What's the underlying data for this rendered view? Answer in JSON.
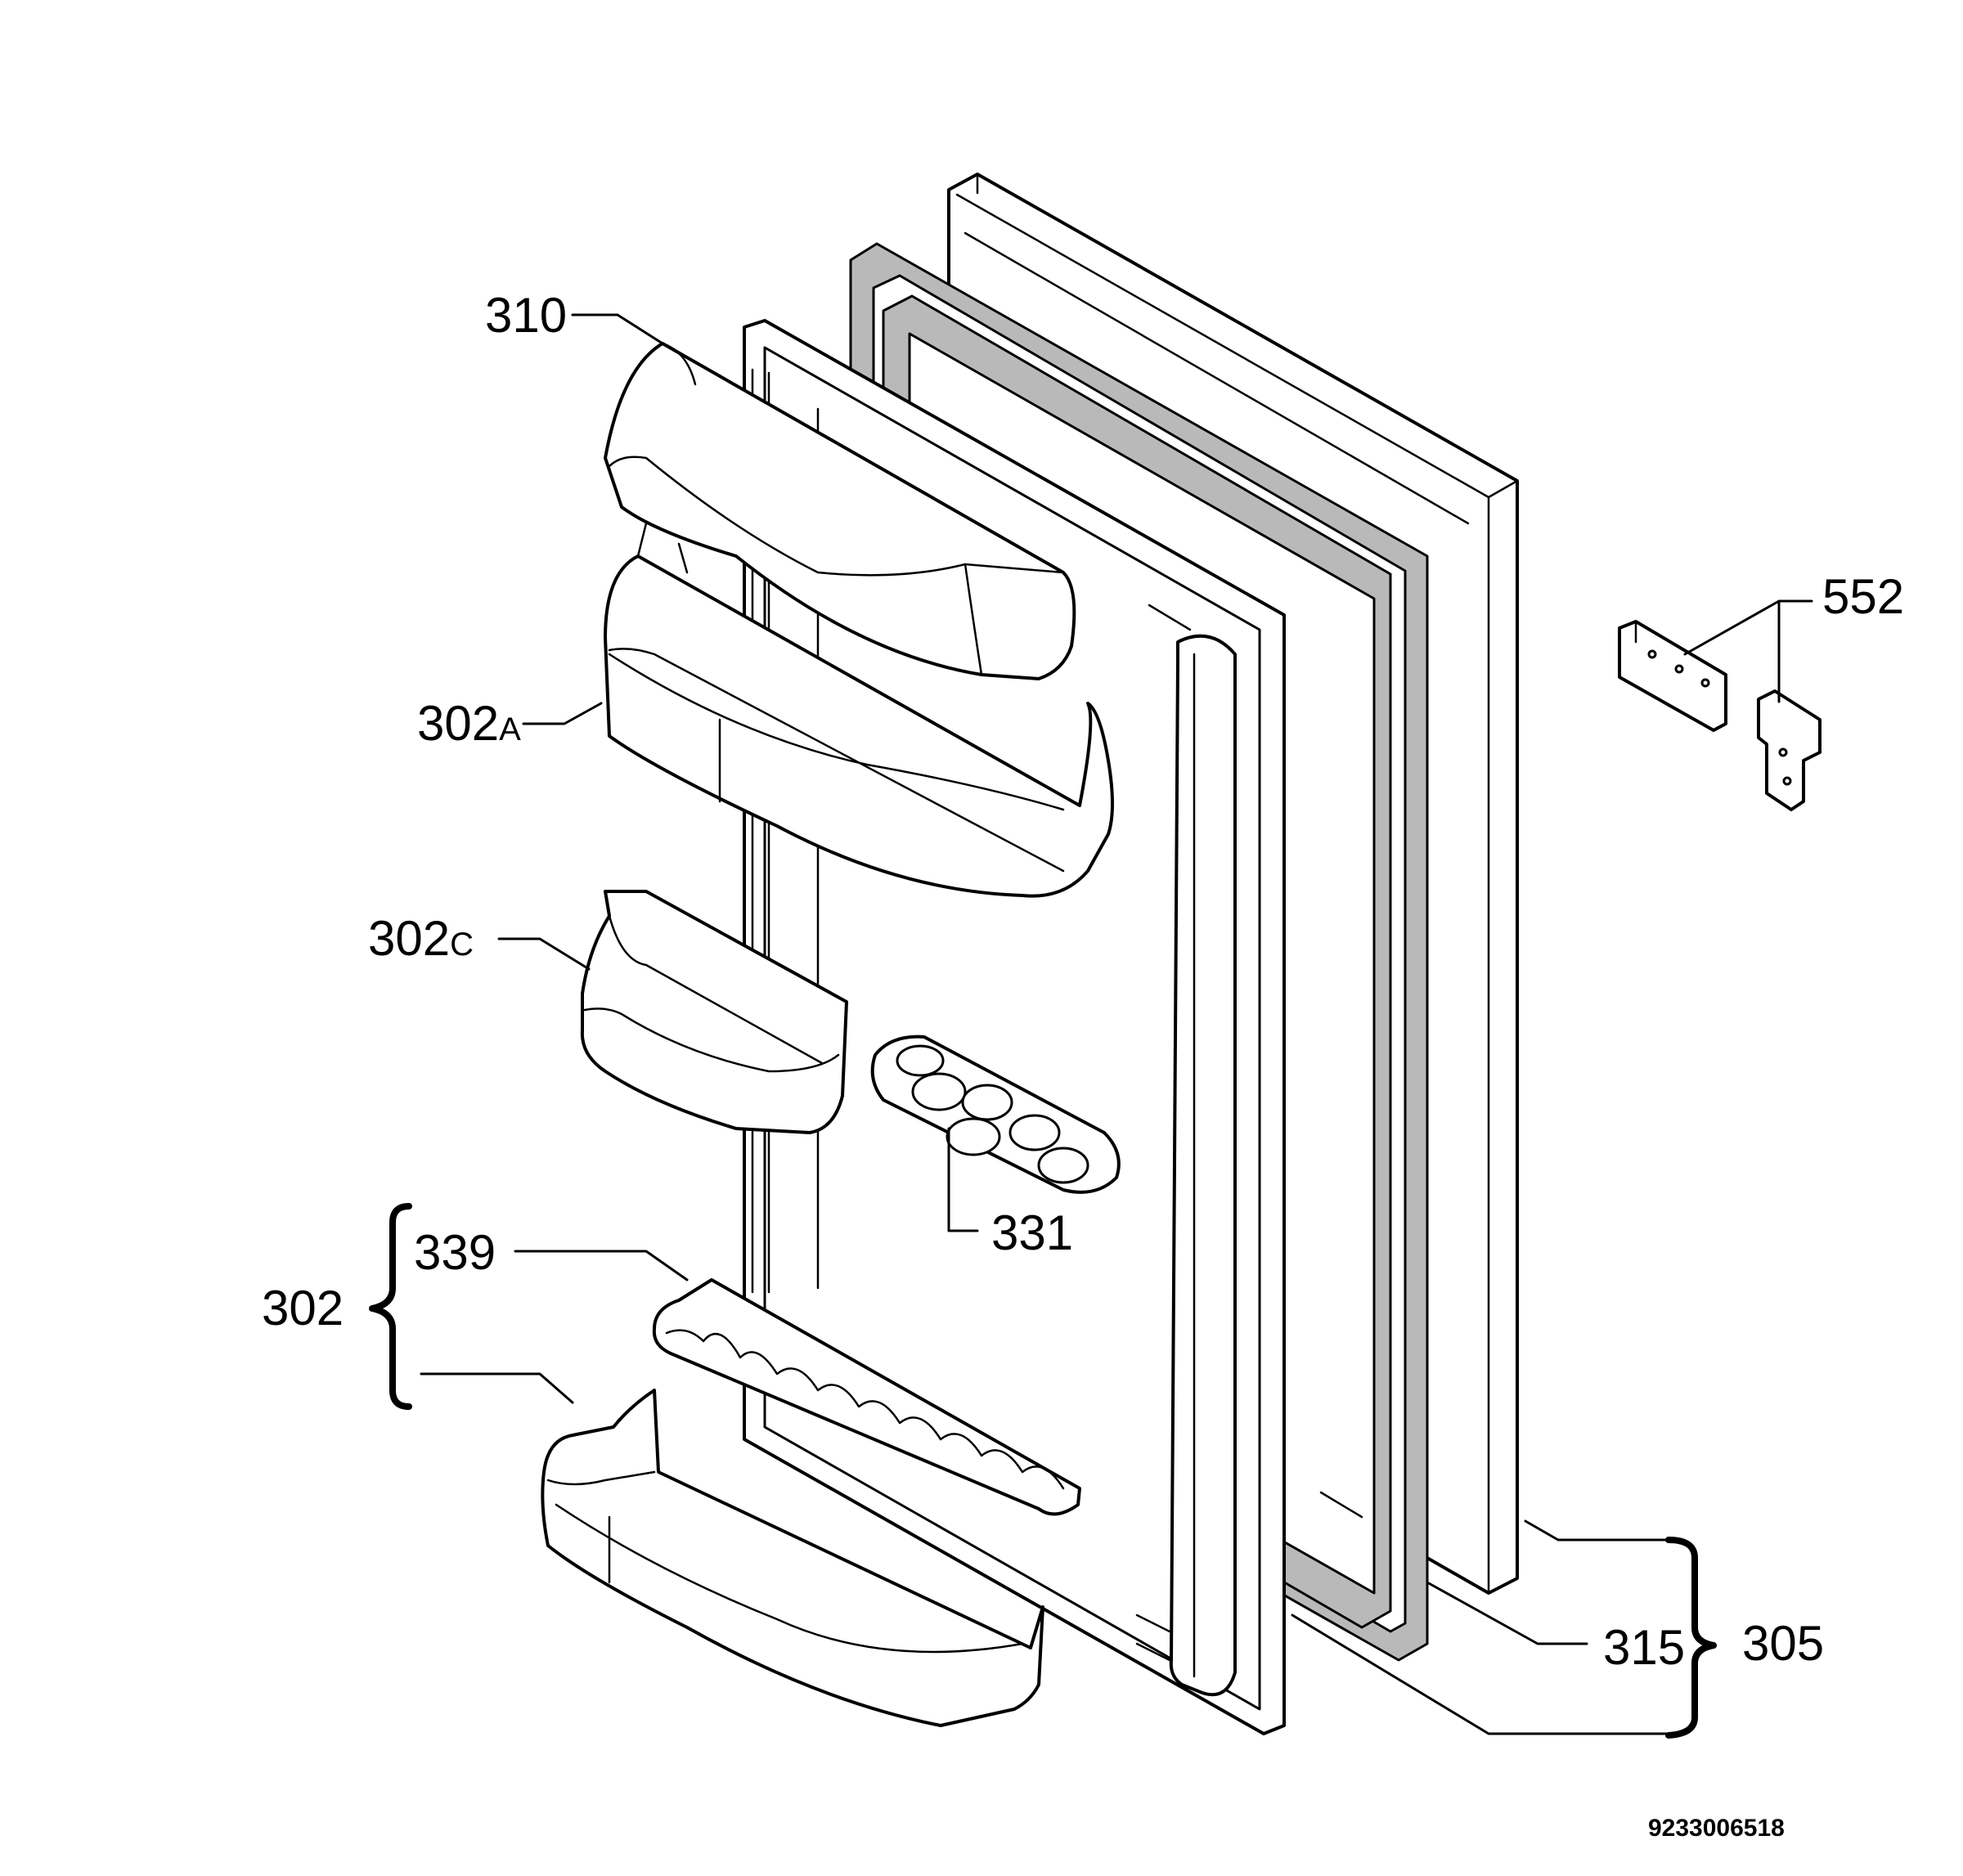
{
  "labels": {
    "p310": "310",
    "p302a_num": "302",
    "p302a_suffix": "A",
    "p302c_num": "302",
    "p302c_suffix": "C",
    "p339": "339",
    "p302": "302",
    "p331": "331",
    "p552": "552",
    "p315": "315",
    "p305": "305"
  },
  "doc_number": "9233006518"
}
